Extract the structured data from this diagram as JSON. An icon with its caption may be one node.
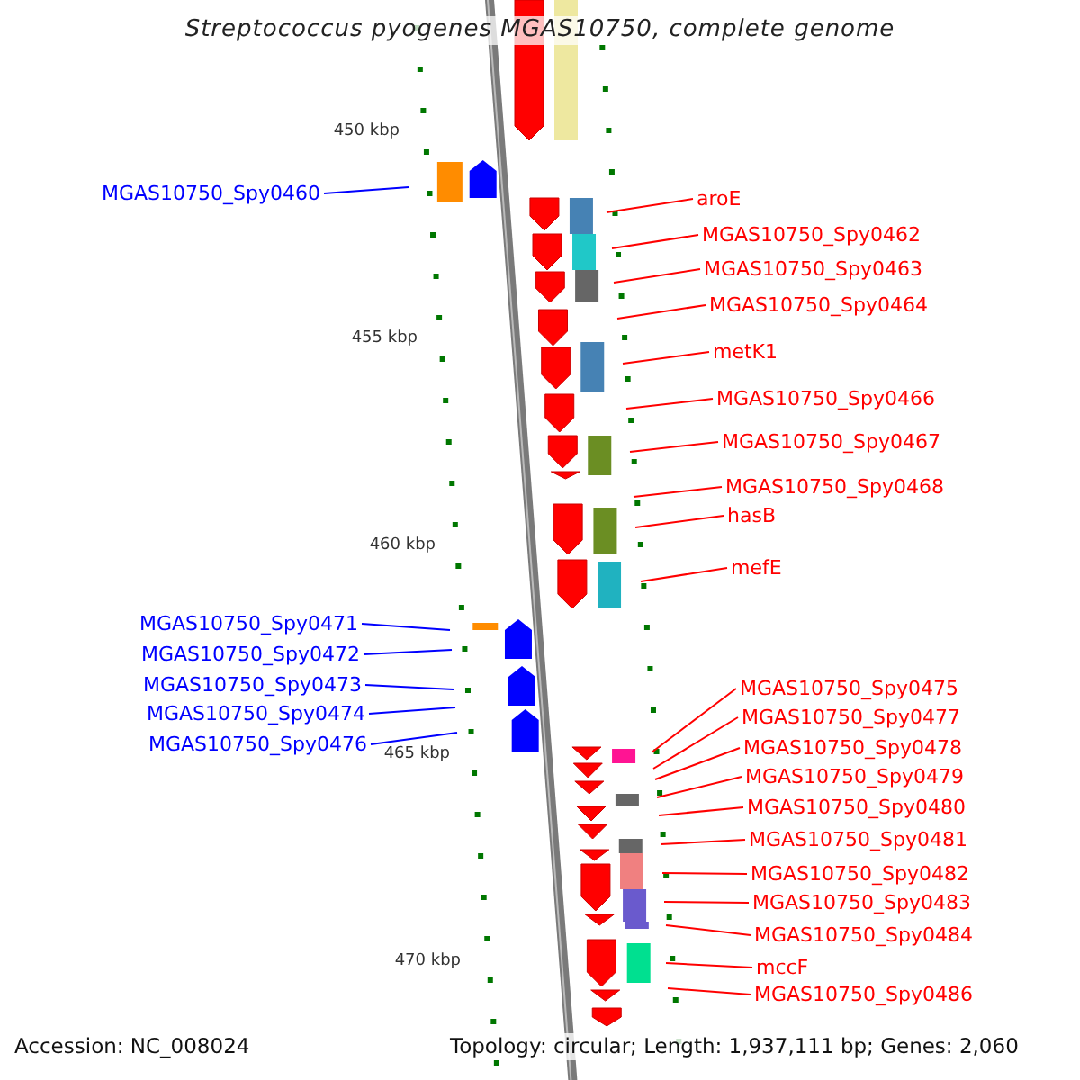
{
  "diagram": {
    "title": "Streptococcus pyogenes MGAS10750, complete genome",
    "nodes": [
      {
        "text": [
          "MGAS10750_Spy0460"
        ]
      },
      {
        "text": [
          "aroE"
        ]
      },
      {
        "text": [
          "MGAS10750_Spy0462"
        ]
      },
      {
        "text": [
          "MGAS10750_Spy0463"
        ]
      },
      {
        "text": [
          "MGAS10750_Spy0464"
        ]
      },
      {
        "text": [
          "metK1"
        ]
      },
      {
        "text": [
          "MGAS10750_Spy0466"
        ]
      },
      {
        "text": [
          "MGAS10750_Spy0467"
        ]
      },
      {
        "text": [
          "MGAS10750_Spy0468"
        ]
      },
      {
        "text": [
          "hasB"
        ]
      },
      {
        "text": [
          "mefE"
        ]
      },
      {
        "text": [
          "MGAS10750_Spy0471"
        ]
      },
      {
        "text": [
          "MGAS10750_Spy0472"
        ]
      },
      {
        "text": [
          "MGAS10750_Spy0473"
        ]
      },
      {
        "text": [
          "MGAS10750_Spy0474"
        ]
      },
      {
        "text": [
          "MGAS10750_Spy0476"
        ]
      },
      {
        "text": [
          "MGAS10750_Spy0475"
        ]
      },
      {
        "text": [
          "MGAS10750_Spy0477"
        ]
      },
      {
        "text": [
          "MGAS10750_Spy0478"
        ]
      },
      {
        "text": [
          "MGAS10750_Spy0479"
        ]
      },
      {
        "text": [
          "MGAS10750_Spy0480"
        ]
      },
      {
        "text": [
          "MGAS10750_Spy0481"
        ]
      },
      {
        "text": [
          "MGAS10750_Spy0482"
        ]
      },
      {
        "text": [
          "MGAS10750_Spy0483"
        ]
      },
      {
        "text": [
          "MGAS10750_Spy0484"
        ]
      },
      {
        "text": [
          "mccF"
        ]
      },
      {
        "text": [
          "MGAS10750_Spy0486"
        ]
      }
    ],
    "edges": [
      {
        "from": 0,
        "to": null,
        "arrow": "none",
        "color": "#0000ff"
      },
      {
        "from": 1,
        "to": null,
        "arrow": "none"
      },
      {
        "from": 2,
        "to": null,
        "arrow": "none"
      },
      {
        "from": 3,
        "to": null,
        "arrow": "none"
      },
      {
        "from": 4,
        "to": null,
        "arrow": "none"
      },
      {
        "from": 5,
        "to": null,
        "arrow": "none"
      },
      {
        "from": 6,
        "to": null,
        "arrow": "none"
      },
      {
        "from": 7,
        "to": null,
        "arrow": "none"
      },
      {
        "from": 8,
        "to": null,
        "arrow": "none"
      },
      {
        "from": 9,
        "to": null,
        "arrow": "none"
      },
      {
        "from": 10,
        "to": null,
        "arrow": "none"
      },
      {
        "from": 11,
        "to": null,
        "arrow": "none",
        "color": "#0000ff"
      },
      {
        "from": 12,
        "to": null,
        "arrow": "none",
        "color": "#0000ff"
      },
      {
        "from": 13,
        "to": null,
        "arrow": "none",
        "color": "#0000ff"
      },
      {
        "from": 14,
        "to": null,
        "arrow": "none",
        "color": "#0000ff"
      },
      {
        "from": 15,
        "to": null,
        "arrow": "none",
        "color": "#0000ff"
      },
      {
        "from": 16,
        "to": null,
        "arrow": "none"
      },
      {
        "from": 17,
        "to": null,
        "arrow": "none"
      },
      {
        "from": 18,
        "to": null,
        "arrow": "none"
      },
      {
        "from": 19,
        "to": null,
        "arrow": "none"
      },
      {
        "from": 20,
        "to": null,
        "arrow": "none"
      },
      {
        "from": 21,
        "to": null,
        "arrow": "none"
      },
      {
        "from": 22,
        "to": null,
        "arrow": "none"
      },
      {
        "from": 23,
        "to": null,
        "arrow": "none"
      },
      {
        "from": 24,
        "to": null,
        "arrow": "none"
      },
      {
        "from": 25,
        "to": null,
        "arrow": "none"
      },
      {
        "from": 26,
        "to": null,
        "arrow": "none"
      }
    ],
    "labels": [
      "450 kbp",
      "455 kbp",
      "460 kbp",
      "465 kbp",
      "470 kbp",
      "Accession: NC_008024",
      "Topology: circular; Length: 1,937,111 bp; Genes: 2,060"
    ]
  }
}
